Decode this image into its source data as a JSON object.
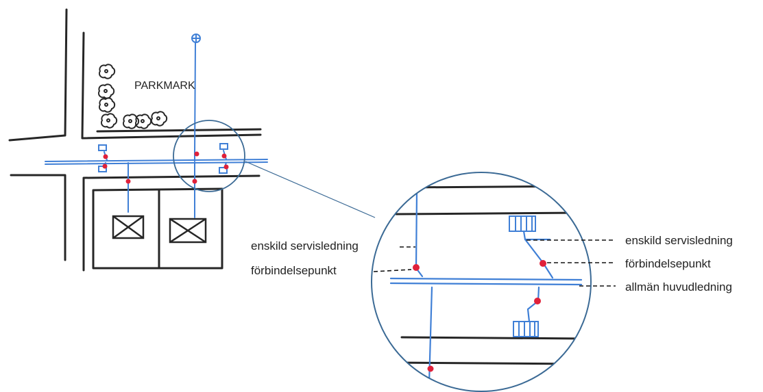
{
  "colors": {
    "road": "#262626",
    "pipe": "#3f7fd6",
    "connection_point": "#e0213a",
    "lens": "#3b6a95",
    "background": "#ffffff"
  },
  "labels": {
    "parkmark": "PARKMARK",
    "left_private_service_line": "enskild servisledning",
    "left_connection_point": "förbindelsepunkt",
    "right_private_service_line": "enskild servisledning",
    "right_connection_point": "förbindelsepunkt",
    "right_public_main": "allmän huvudledning"
  },
  "icons": {
    "tree": "cloud-tree-icon",
    "building": "crossed-box-building-icon",
    "well": "circled-cross-well-icon",
    "valve_box": "water-meter-box-icon",
    "connection": "red-dot-icon"
  }
}
